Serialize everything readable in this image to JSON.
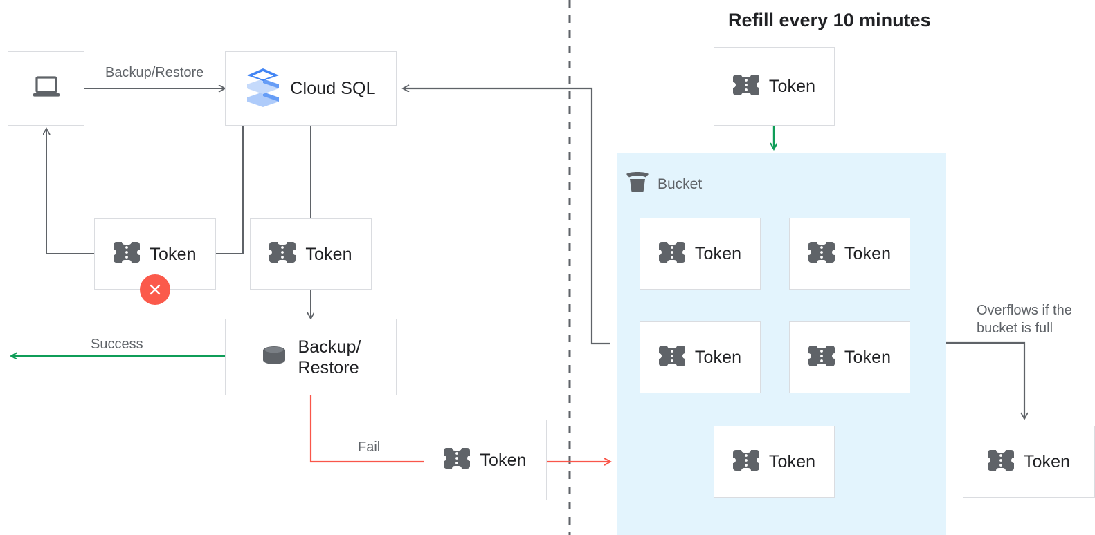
{
  "diagram": {
    "title": "Refill every 10 minutes",
    "divider": "vertical-dashed-divider",
    "colors": {
      "bucket_fill": "#e3f4fd",
      "line_gray": "#5f6368",
      "line_green": "#0f9d58",
      "line_red": "#f9564a",
      "box_border": "#dadce0",
      "error_badge": "#fb5a4b",
      "token_icon": "#5f6368",
      "cloudsql_blue": "#4285f4"
    }
  },
  "nodes": {
    "client": {
      "label": "",
      "icon": "laptop-icon"
    },
    "cloud_sql": {
      "label": "Cloud SQL",
      "icon": "cloud-sql-icon"
    },
    "token_failed": {
      "label": "Token",
      "icon": "token-icon",
      "status": "error"
    },
    "token_consumed": {
      "label": "Token",
      "icon": "token-icon"
    },
    "backup_restore": {
      "label": "Backup/\nRestore",
      "icon": "database-icon"
    },
    "token_fail_path": {
      "label": "Token",
      "icon": "token-icon"
    },
    "token_refill": {
      "label": "Token",
      "icon": "token-icon"
    },
    "token_overflow": {
      "label": "Token",
      "icon": "token-icon"
    }
  },
  "bucket": {
    "label": "Bucket",
    "icon": "bucket-icon",
    "tokens": [
      {
        "label": "Token",
        "icon": "token-icon"
      },
      {
        "label": "Token",
        "icon": "token-icon"
      },
      {
        "label": "Token",
        "icon": "token-icon"
      },
      {
        "label": "Token",
        "icon": "token-icon"
      },
      {
        "label": "Token",
        "icon": "token-icon"
      }
    ]
  },
  "edges": {
    "backup_restore_label": "Backup/Restore",
    "success_label": "Success",
    "fail_label": "Fail",
    "overflow_label": "Overflows if the\nbucket is full"
  }
}
